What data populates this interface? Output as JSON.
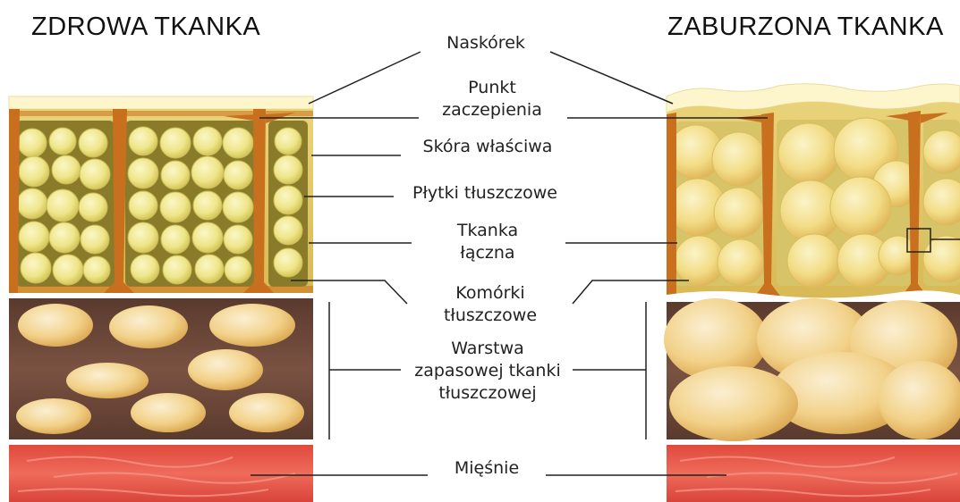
{
  "titles": {
    "healthy": "ZDROWA TKANKA",
    "disturbed": "ZABURZONA TKANKA"
  },
  "labels": {
    "epidermis": "Naskórek",
    "anchor_point": [
      "Punkt",
      "zaczepienia"
    ],
    "dermis": "Skóra właściwa",
    "fat_plates": "Płytki tłuszczowe",
    "connective_tissue": [
      "Tkanka",
      "łączna"
    ],
    "fat_cells": [
      "Komórki",
      "tłuszczowe"
    ],
    "reserve_fat_layer": [
      "Warstwa",
      "zapasowej tkanki",
      "tłuszczowej"
    ],
    "muscles": "Mięśnie"
  },
  "colors": {
    "epidermis": "#fdf5cc",
    "fat_yellow": "#eee47e",
    "connective_orange": "#c8701e",
    "reserve_brown": "#6e4a3a",
    "muscle_red": "#e85a4a",
    "line": "#222222"
  }
}
